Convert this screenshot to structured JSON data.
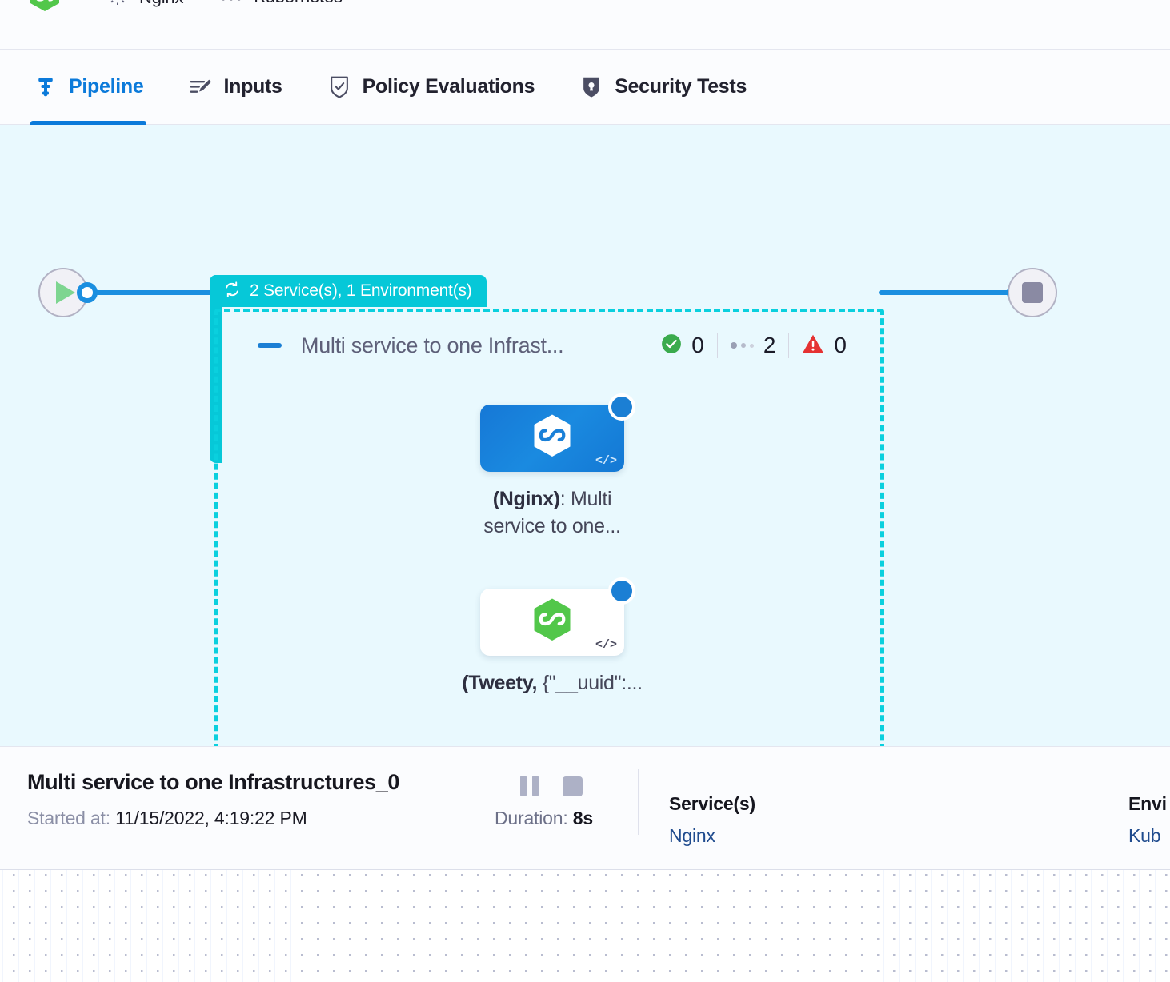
{
  "topbar": {
    "crumbs": [
      {
        "icon": "harness-hexagon-logo",
        "label": ""
      },
      {
        "icon": "gear-icon",
        "label": "Nginx"
      },
      {
        "icon": "kubernetes-icon",
        "label": "Kubernetes"
      }
    ]
  },
  "tabs": [
    {
      "id": "pipeline",
      "label": "Pipeline",
      "icon": "pipeline-icon",
      "active": true
    },
    {
      "id": "inputs",
      "label": "Inputs",
      "icon": "inputs-icon",
      "active": false
    },
    {
      "id": "policy-evaluations",
      "label": "Policy Evaluations",
      "icon": "policy-shield-icon",
      "active": false
    },
    {
      "id": "security-tests",
      "label": "Security Tests",
      "icon": "security-shield-icon",
      "active": false
    }
  ],
  "canvas": {
    "group": {
      "badge_label": "2 Service(s), 1 Environment(s)",
      "badge_icon": "loop-repeat-icon",
      "title": "Multi service to one Infrast...",
      "collapse_icon": "collapse-dash-icon",
      "status": {
        "success_icon": "check-circle-icon",
        "success_count": "0",
        "running_icon": "running-dots-icon",
        "running_count": "2",
        "warning_icon": "warning-triangle-icon",
        "warning_count": "0"
      },
      "nodes": [
        {
          "id": "nginx-node",
          "label_bold": "(Nginx)",
          "label_rest": ": Multi service to one...",
          "logo": "harness-hexagon-logo-white",
          "badge_icon": "spinner-running-icon",
          "code_icon": "code-brackets-icon",
          "style": "blue"
        },
        {
          "id": "tweety-node",
          "label_bold": "(Tweety,",
          "label_rest": " {\"__uuid\":...",
          "logo": "harness-hexagon-logo-green",
          "badge_icon": "status-dot-icon",
          "code_icon": "code-brackets-icon",
          "style": "white"
        }
      ]
    },
    "start_node": {
      "icon": "play-icon"
    },
    "end_node": {
      "icon": "stop-icon"
    }
  },
  "detail": {
    "title": "Multi service to one Infrastructures_0",
    "started_label": "Started at:",
    "started_value": "11/15/2022, 4:19:22 PM",
    "pause_icon": "pause-icon",
    "stop_icon": "stop-icon",
    "duration_label": "Duration:",
    "duration_value": "8s",
    "columns": [
      {
        "id": "services",
        "header": "Service(s)",
        "value": "Nginx"
      },
      {
        "id": "environments",
        "header": "Envi",
        "value": "Kub"
      }
    ]
  },
  "colors": {
    "accent_blue": "#0b7ada",
    "group_teal": "#06c8d8",
    "canvas_bg": "#e9f9fe",
    "success_green": "#3aab4d",
    "warning_red": "#e53232",
    "link_navy": "#1f4b8e"
  }
}
